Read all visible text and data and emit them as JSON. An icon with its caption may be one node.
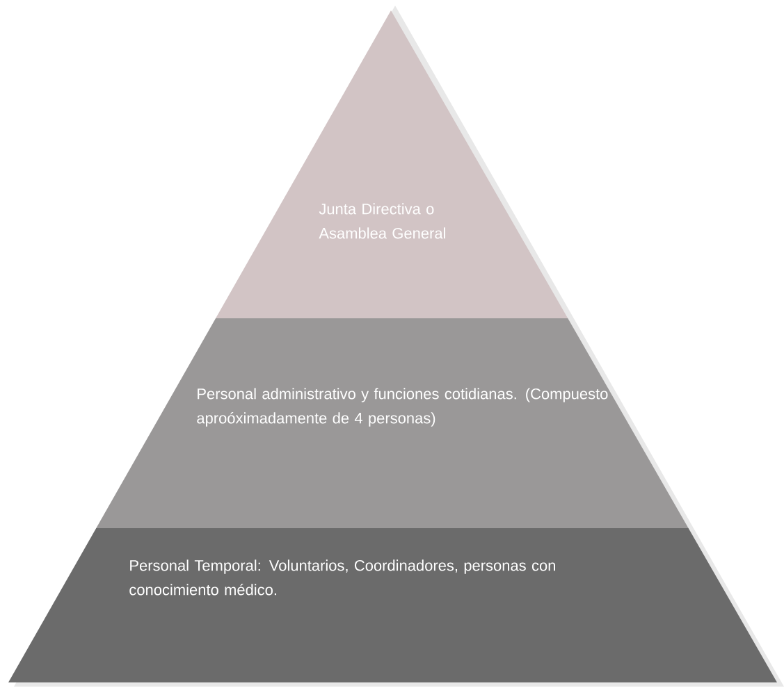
{
  "diagram": {
    "nodes": [
      {
        "text": [
          "Junta Directiva o Asamblea General"
        ]
      },
      {
        "text": [
          "Personal administrativo y funciones cotidianas. (Compuesto aproóximadamente de 4 personas)"
        ]
      },
      {
        "text": [
          "Personal Temporal: Voluntarios, Coordinadores, personas con conocimiento médico."
        ]
      }
    ]
  }
}
